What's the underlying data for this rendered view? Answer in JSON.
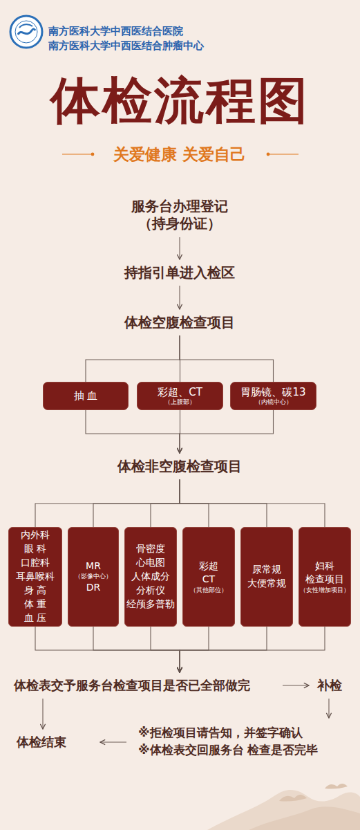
{
  "diagram": {
    "title": "体检流程图",
    "nodes": [
      {
        "text": [
          "服务台办理登记 （持身份证）"
        ]
      },
      {
        "text": [
          "持指引单进入检区"
        ]
      },
      {
        "text": [
          "体检空腹检查项目"
        ]
      },
      {
        "text": [
          "抽 血"
        ]
      },
      {
        "text": [
          "彩超、CT",
          "（上腹部）"
        ]
      },
      {
        "text": [
          "胃肠镜、碳13",
          "（内镜中心）"
        ]
      },
      {
        "text": [
          "体检非空腹检查项目"
        ]
      },
      {
        "text": [
          "内外科",
          "眼 科",
          "口腔科",
          "耳鼻喉科",
          "身 高",
          "体 重",
          "血 压"
        ]
      },
      {
        "text": [
          "MR",
          "（影像中心）",
          "DR"
        ]
      },
      {
        "text": [
          "骨密度",
          "心电图",
          "人体成分 分析仪",
          "经颅多普勒"
        ]
      },
      {
        "text": [
          "彩超",
          "CT",
          "（其他部位）"
        ]
      },
      {
        "text": [
          "尿常规",
          "大便常规"
        ]
      },
      {
        "text": [
          "妇科 检查项目",
          "（女性增加项目）"
        ]
      },
      {
        "text": [
          "体检表交予服务台检查项目是否已全部做完"
        ]
      },
      {
        "text": [
          "补检"
        ]
      },
      {
        "text": [
          "体检结束"
        ]
      },
      {
        "text": [
          "※拒检项目请告知，并签字确认",
          "※体检表交回服务台 检查是否完毕"
        ]
      }
    ],
    "edges": [
      {
        "from": 0,
        "to": 1,
        "arrow": "to"
      },
      {
        "from": 1,
        "to": 2,
        "arrow": "to"
      },
      {
        "from": 2,
        "to": 3,
        "arrow": "none"
      },
      {
        "from": 2,
        "to": 4,
        "arrow": "none"
      },
      {
        "from": 2,
        "to": 5,
        "arrow": "none"
      },
      {
        "from": 3,
        "to": 6,
        "arrow": "to"
      },
      {
        "from": 4,
        "to": 6,
        "arrow": "to"
      },
      {
        "from": 5,
        "to": 6,
        "arrow": "to"
      },
      {
        "from": 6,
        "to": 7,
        "arrow": "none"
      },
      {
        "from": 6,
        "to": 8,
        "arrow": "none"
      },
      {
        "from": 6,
        "to": 9,
        "arrow": "none"
      },
      {
        "from": 6,
        "to": 10,
        "arrow": "none"
      },
      {
        "from": 6,
        "to": 11,
        "arrow": "none"
      },
      {
        "from": 6,
        "to": 12,
        "arrow": "none"
      },
      {
        "from": 7,
        "to": 13,
        "arrow": "to"
      },
      {
        "from": 8,
        "to": 13,
        "arrow": "to"
      },
      {
        "from": 9,
        "to": 13,
        "arrow": "to"
      },
      {
        "from": 10,
        "to": 13,
        "arrow": "to"
      },
      {
        "from": 11,
        "to": 13,
        "arrow": "to"
      },
      {
        "from": 12,
        "to": 13,
        "arrow": "to"
      },
      {
        "from": 13,
        "to": 14,
        "arrow": "to"
      },
      {
        "from": 13,
        "to": 15,
        "arrow": "to"
      },
      {
        "from": 14,
        "to": 16,
        "arrow": "to"
      },
      {
        "from": 16,
        "to": 15,
        "arrow": "to"
      }
    ],
    "labels": [
      "南方医科大学中西医结合医院",
      "南方医科大学中西医结合肿瘤中心",
      "关爱健康 关爱自己"
    ]
  }
}
